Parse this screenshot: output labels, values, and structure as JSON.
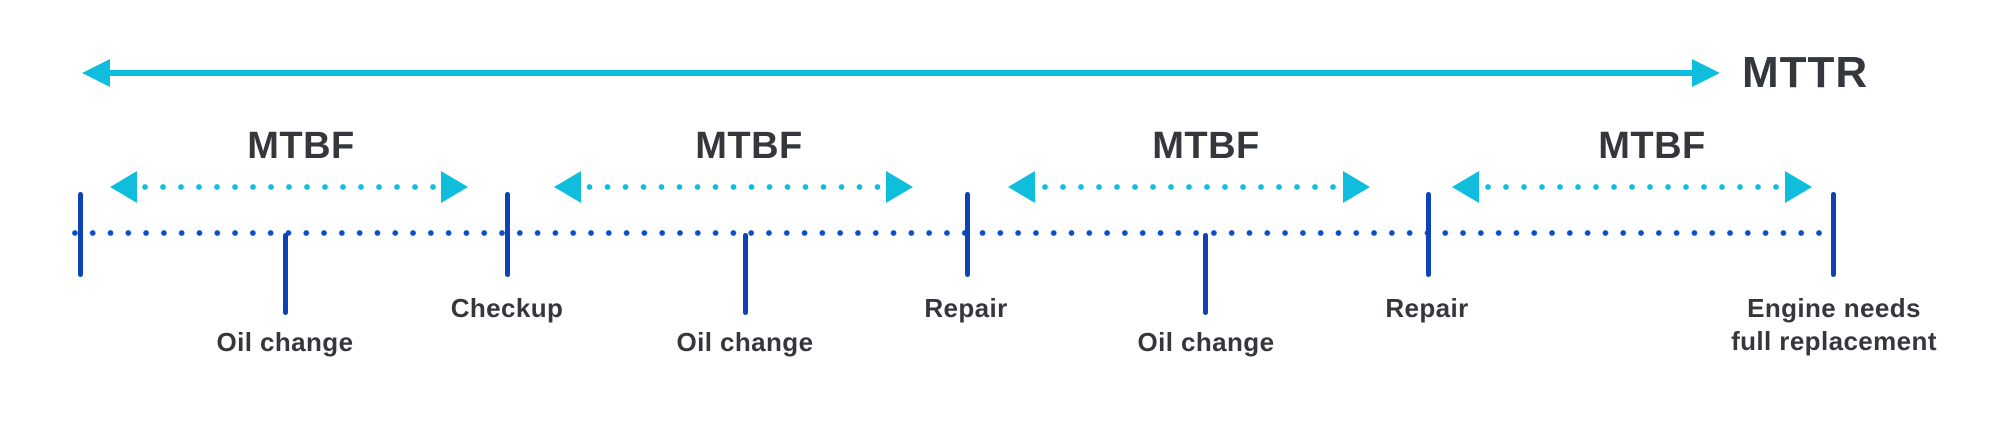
{
  "mttr": {
    "label": "MTTR"
  },
  "mtbf_labels": [
    "MTBF",
    "MTBF",
    "MTBF",
    "MTBF"
  ],
  "events": {
    "oil_change_1": "Oil change",
    "checkup": "Checkup",
    "oil_change_2": "Oil change",
    "repair_1": "Repair",
    "oil_change_3": "Oil change",
    "repair_2": "Repair",
    "engine_line1": "Engine needs",
    "engine_line2": "full replacement"
  },
  "icons": {
    "mttr_arrow": "solid-double-headed-arrow",
    "mtbf_arrows": "dotted-double-headed-arrow"
  },
  "colors": {
    "cyan": "#0fbddc",
    "tick_blue": "#0d43b4",
    "dot_blue": "#0b4ec8",
    "text": "#34383d"
  }
}
